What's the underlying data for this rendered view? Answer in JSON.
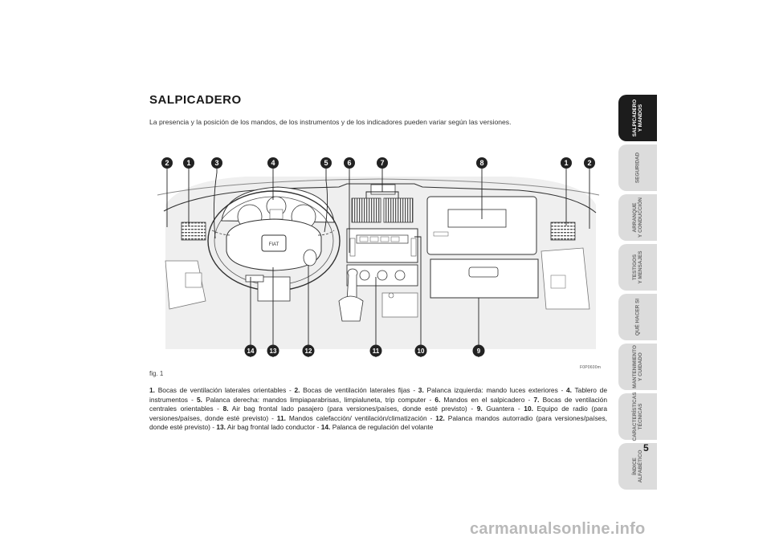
{
  "title": "SALPICADERO",
  "intro": "La presencia y la posición de los mandos, de los instrumentos y de los indicadores pueden variar según las versiones.",
  "figure": {
    "label": "fig. 1",
    "code": "F0P0600m",
    "top_callouts": [
      "2",
      "1",
      "3",
      "4",
      "5",
      "6",
      "7",
      "8",
      "1",
      "2"
    ],
    "bottom_callouts": [
      "14",
      "13",
      "12",
      "11",
      "10",
      "9"
    ],
    "brand_badge": "FIAT"
  },
  "caption": [
    {
      "num": "1.",
      "text": " Bocas de ventilación laterales orientables - "
    },
    {
      "num": "2.",
      "text": " Bocas de ventilación laterales fijas - "
    },
    {
      "num": "3.",
      "text": " Palanca izquierda: mando luces exteriores - "
    },
    {
      "num": "4.",
      "text": " Tablero de instrumentos - "
    },
    {
      "num": "5.",
      "text": " Palanca derecha: mandos limpiaparabrisas, limpialuneta, trip computer - "
    },
    {
      "num": "6.",
      "text": " Mandos en el salpicadero - "
    },
    {
      "num": "7.",
      "text": " Bocas de ventilación centrales orientables - "
    },
    {
      "num": "8.",
      "text": " Air bag frontal lado pasajero (para versiones/países, donde esté previsto) - "
    },
    {
      "num": "9.",
      "text": " Guantera - "
    },
    {
      "num": "10.",
      "text": " Equipo de radio (para versiones/países, donde esté previsto) - "
    },
    {
      "num": "11.",
      "text": " Mandos calefacción/ ventilación/climatización - "
    },
    {
      "num": "12.",
      "text": " Palanca mandos autorradio (para versiones/países, donde esté previsto) - "
    },
    {
      "num": "13.",
      "text": " Air bag frontal lado conductor - "
    },
    {
      "num": "14.",
      "text": " Palanca de regulación del volante"
    }
  ],
  "side_tabs": [
    {
      "label": "SALPICADERO\nY MANDOS",
      "active": true
    },
    {
      "label": "SEGURIDAD",
      "active": false
    },
    {
      "label": "ARRANQUE\nY CONDUCCIÓN",
      "active": false
    },
    {
      "label": "TESTIGOS\nY MENSAJES",
      "active": false
    },
    {
      "label": "QUÉ HACER SI",
      "active": false
    },
    {
      "label": "MANTENIMIENTO\nY CUIDADO",
      "active": false
    },
    {
      "label": "CARACTERÍSTICAS\nTÉCNICAS",
      "active": false
    },
    {
      "label": "ÍNDICE\nALFABÉTICO",
      "active": false
    }
  ],
  "page_number": "5",
  "watermark": "carmanualsonline.info"
}
